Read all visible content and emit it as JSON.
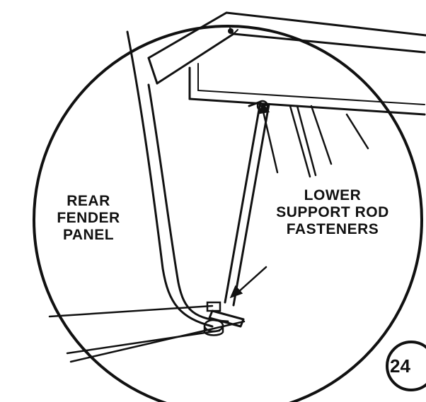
{
  "labels": {
    "rear_fender_panel": [
      "REAR",
      "FENDER",
      "PANEL"
    ],
    "lower_support_rod_fasteners": [
      "LOWER",
      "SUPPORT ROD",
      "FASTENERS"
    ]
  },
  "figure_number": "24",
  "colors": {
    "ink": "#111111",
    "paper": "#ffffff"
  }
}
